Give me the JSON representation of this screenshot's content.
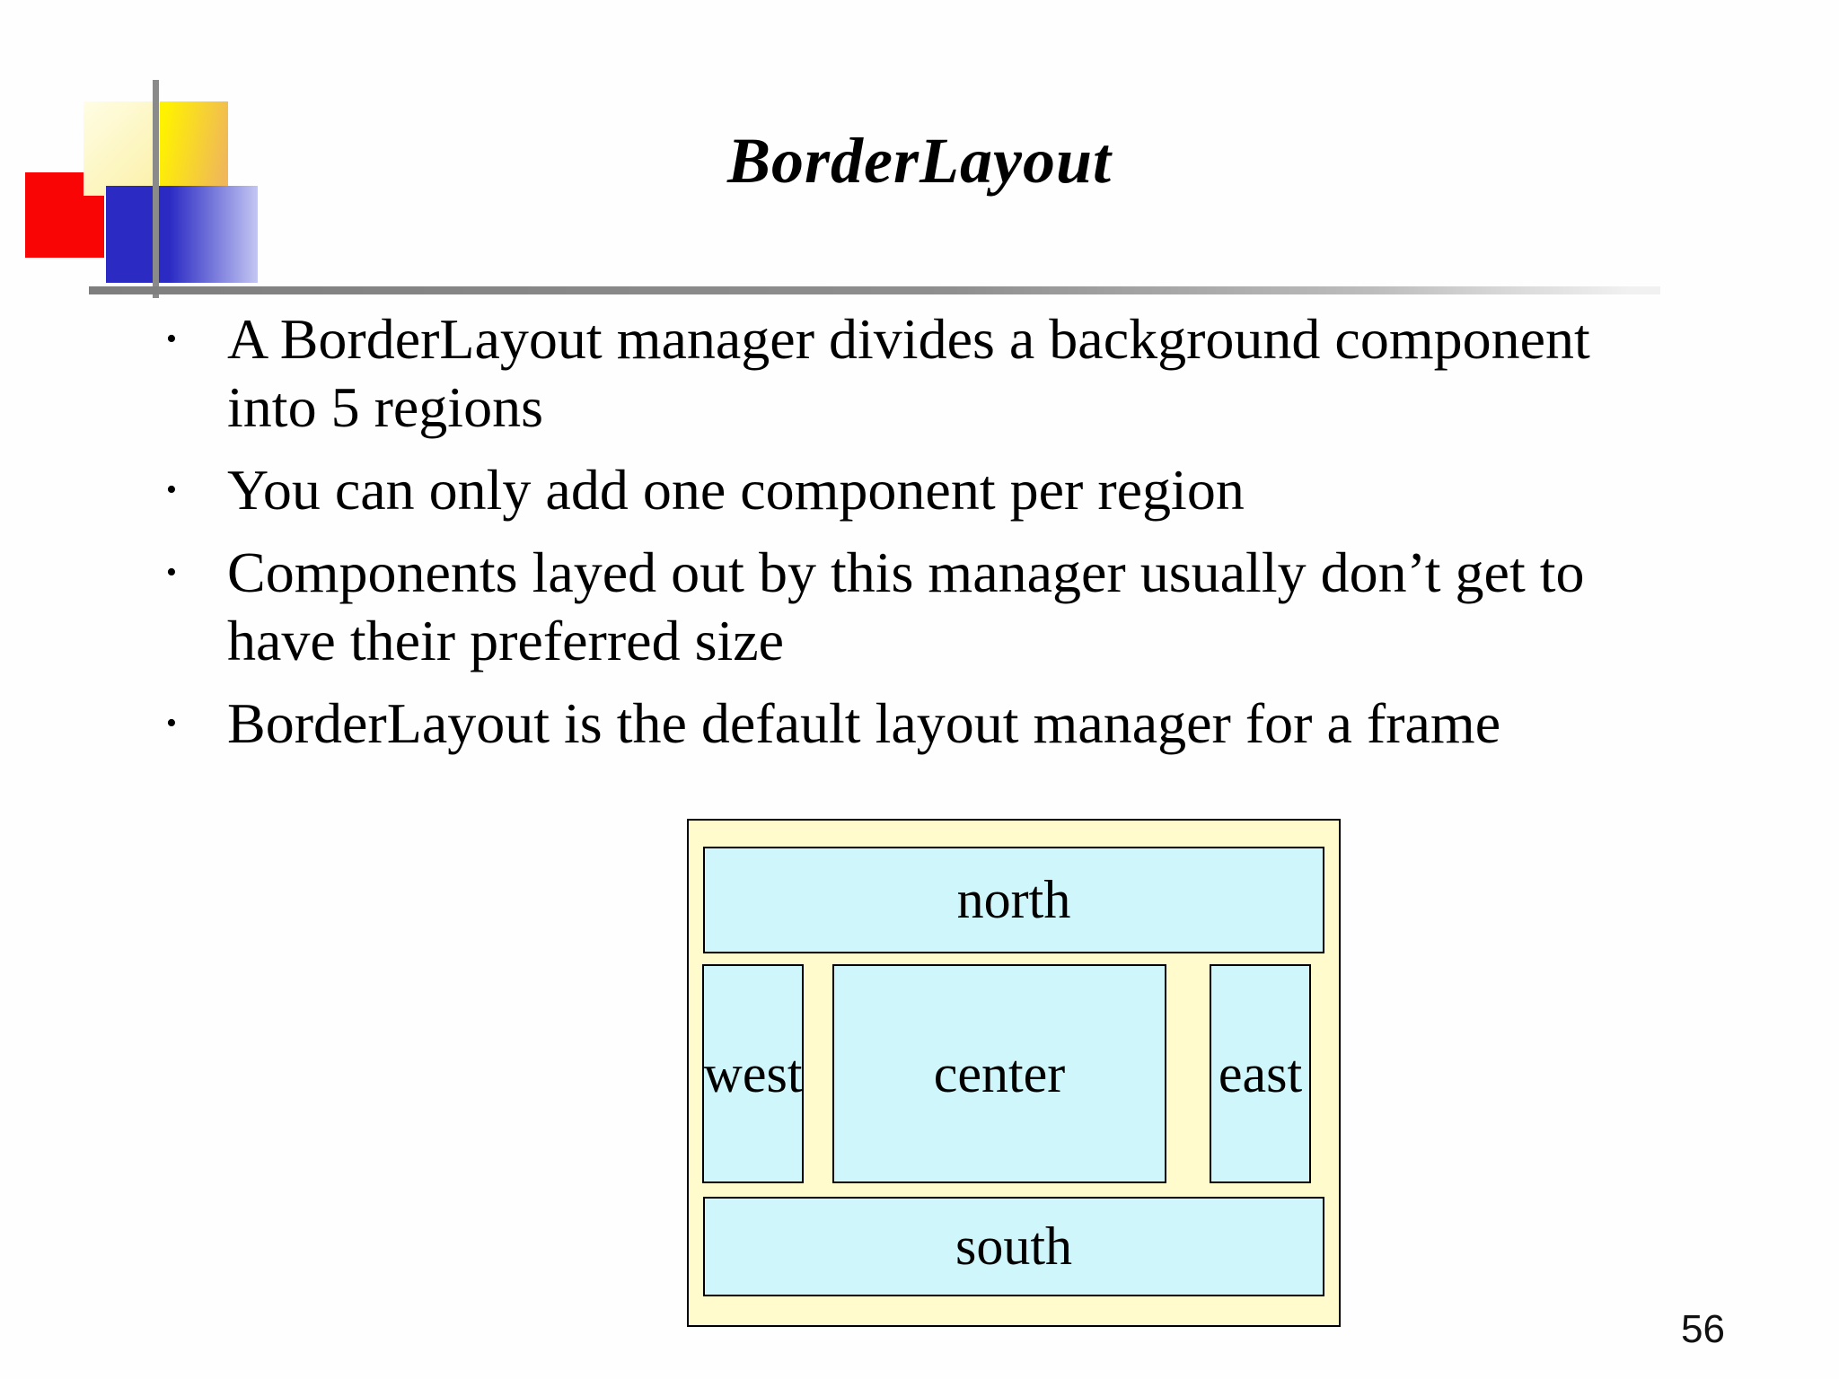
{
  "slide": {
    "title": "BorderLayout",
    "page_number": "56",
    "bullet_char": "•",
    "bullets": [
      {
        "lines": [
          "A BorderLayout manager divides a background component",
          "into 5 regions"
        ]
      },
      {
        "lines": [
          "You can only add one component per region"
        ]
      },
      {
        "lines": [
          "Components layed out by this manager usually don’t get to",
          "have their preferred size"
        ]
      },
      {
        "lines": [
          "BorderLayout is the default layout manager for a frame"
        ]
      }
    ]
  },
  "diagram": {
    "regions": [
      {
        "id": "north",
        "label": "north"
      },
      {
        "id": "west",
        "label": "west"
      },
      {
        "id": "center",
        "label": "center"
      },
      {
        "id": "east",
        "label": "east"
      },
      {
        "id": "south",
        "label": "south"
      }
    ],
    "colors": {
      "frame_bg": "#fffbcd",
      "region_bg": "#cff6fa",
      "border": "#000000"
    }
  },
  "logo": {
    "colors": {
      "red": "#fa0505",
      "cream": "#fbf1a9",
      "yellow": "#fff200",
      "orange": "#f0b858",
      "blue": "#2b2bc4",
      "lavender": "#c3c6f2",
      "gray_line": "#8a8a8a"
    }
  }
}
